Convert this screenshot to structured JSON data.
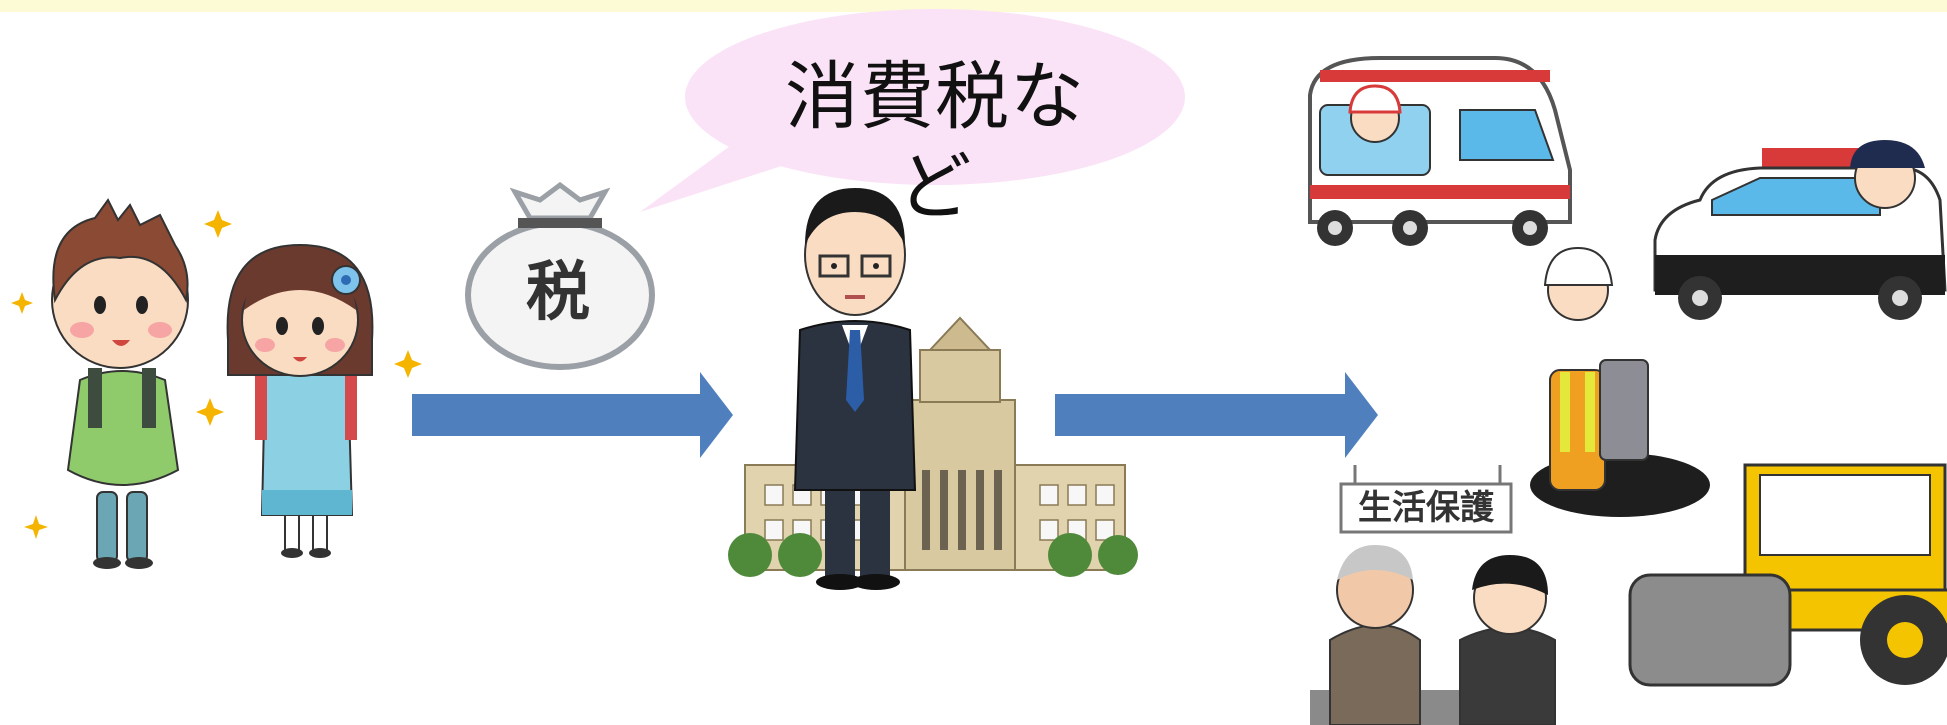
{
  "speech_bubble": {
    "text": "消費税など",
    "color": "#fbe3f7"
  },
  "tax_bag": {
    "label": "税"
  },
  "welfare_sign": {
    "label": "生活保護"
  },
  "colors": {
    "arrow": "#4f80bd",
    "top_band": "#fdfbd6"
  },
  "icons": [
    "children-icon",
    "tax-bag-icon",
    "politician-icon",
    "diet-building-icon",
    "ambulance-icon",
    "police-car-icon",
    "road-worker-icon",
    "road-roller-icon",
    "welfare-consultation-icon"
  ]
}
